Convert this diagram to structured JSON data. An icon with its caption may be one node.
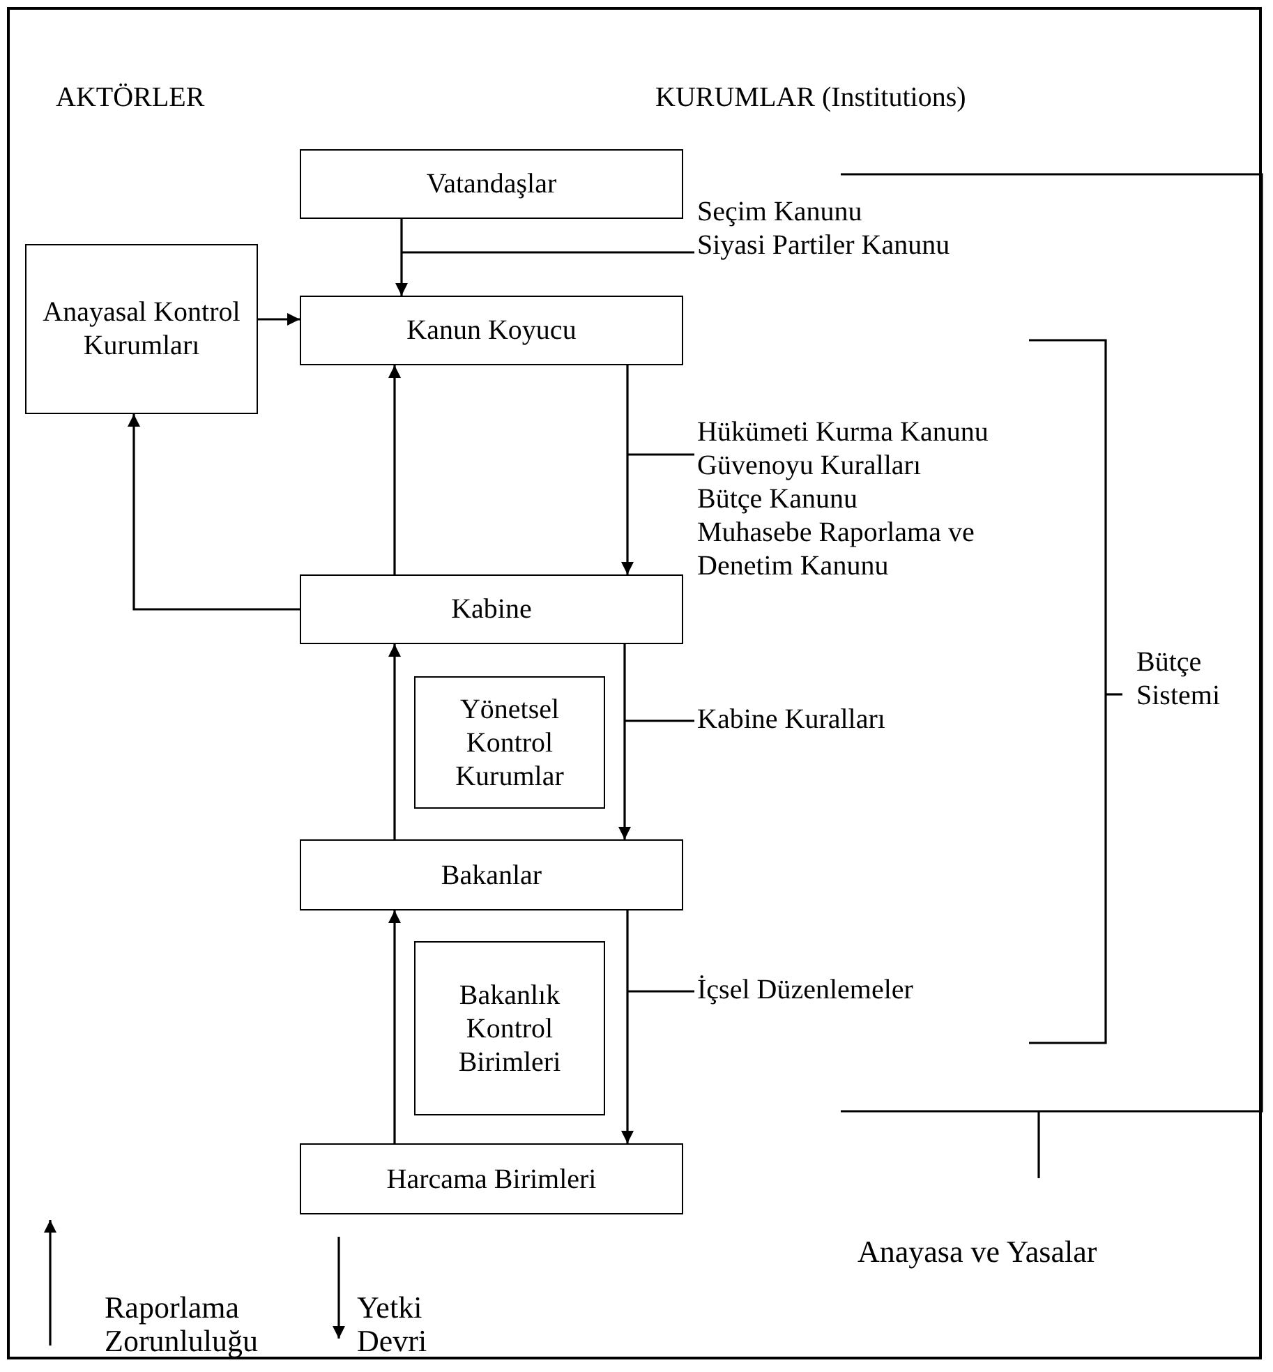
{
  "diagram": {
    "nodes": [
      {
        "text": [
          "Vatandaşlar"
        ]
      },
      {
        "text": [
          "Anayasal Kontrol Kurumları"
        ]
      },
      {
        "text": [
          "Kanun Koyucu"
        ]
      },
      {
        "text": [
          "Kabine"
        ]
      },
      {
        "text": [
          "Yönetsel Kontrol Kurumlar"
        ]
      },
      {
        "text": [
          "Bakanlar"
        ]
      },
      {
        "text": [
          "Bakanlık Kontrol Birimleri"
        ]
      },
      {
        "text": [
          "Harcama Birimleri"
        ]
      },
      {
        "text": [
          "Seçim Kanunu",
          "Siyasi Partiler Kanunu"
        ]
      },
      {
        "text": [
          "Hükümeti Kurma Kanunu",
          "Güvenoyu Kuralları",
          "Bütçe Kanunu",
          "Muhasebe Raporlama ve Denetim Kanunu"
        ]
      },
      {
        "text": [
          "Kabine Kuralları"
        ]
      },
      {
        "text": [
          "İçsel Düzenlemeler"
        ]
      }
    ],
    "edges": [
      {
        "from": 0,
        "to": 2,
        "arrow": "to"
      },
      {
        "from": 1,
        "to": 2,
        "arrow": "to"
      },
      {
        "from": 3,
        "to": 2,
        "arrow": "to"
      },
      {
        "from": 2,
        "to": 3,
        "arrow": "to"
      },
      {
        "from": 3,
        "to": 1,
        "arrow": "to"
      },
      {
        "from": 5,
        "to": 3,
        "arrow": "to"
      },
      {
        "from": 3,
        "to": 5,
        "arrow": "to"
      },
      {
        "from": 7,
        "to": 5,
        "arrow": "to"
      },
      {
        "from": 5,
        "to": 7,
        "arrow": "to"
      },
      {
        "from": 8,
        "to": null,
        "arrow": "none"
      },
      {
        "from": 9,
        "to": null,
        "arrow": "none"
      },
      {
        "from": 10,
        "to": null,
        "arrow": "none"
      },
      {
        "from": 11,
        "to": null,
        "arrow": "none"
      }
    ],
    "labels": [
      "AKTÖRLER",
      "KURUMLAR (Institutions)",
      "Bütçe Sistemi",
      "Anayasa ve Yasalar"
    ],
    "legend": [
      {
        "text": "Raporlama Zorunluluğu"
      },
      {
        "text": "Yetki Devri"
      }
    ]
  }
}
